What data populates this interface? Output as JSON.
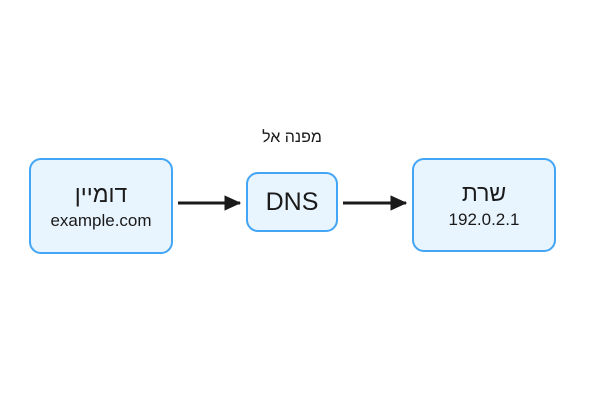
{
  "diagram": {
    "type": "flowchart",
    "direction": "left-to-right",
    "language": "he",
    "background_color": "#ffffff",
    "node_fill_color": "#e8f4fe",
    "node_border_color": "#42a5f5",
    "text_color": "#1a1a1a",
    "arrow_color": "#1a1a1a",
    "nodes": [
      {
        "id": "domain",
        "title": "דומיין",
        "subtitle": "example.com"
      },
      {
        "id": "dns",
        "title": "DNS",
        "subtitle": ""
      },
      {
        "id": "server",
        "title": "שרת",
        "subtitle": "192.0.2.1"
      }
    ],
    "edges": [
      {
        "id": "domain-to-dns",
        "from": "domain",
        "to": "dns",
        "label": "מפנה אל"
      },
      {
        "id": "dns-to-server",
        "from": "dns",
        "to": "server",
        "label": ""
      }
    ]
  }
}
